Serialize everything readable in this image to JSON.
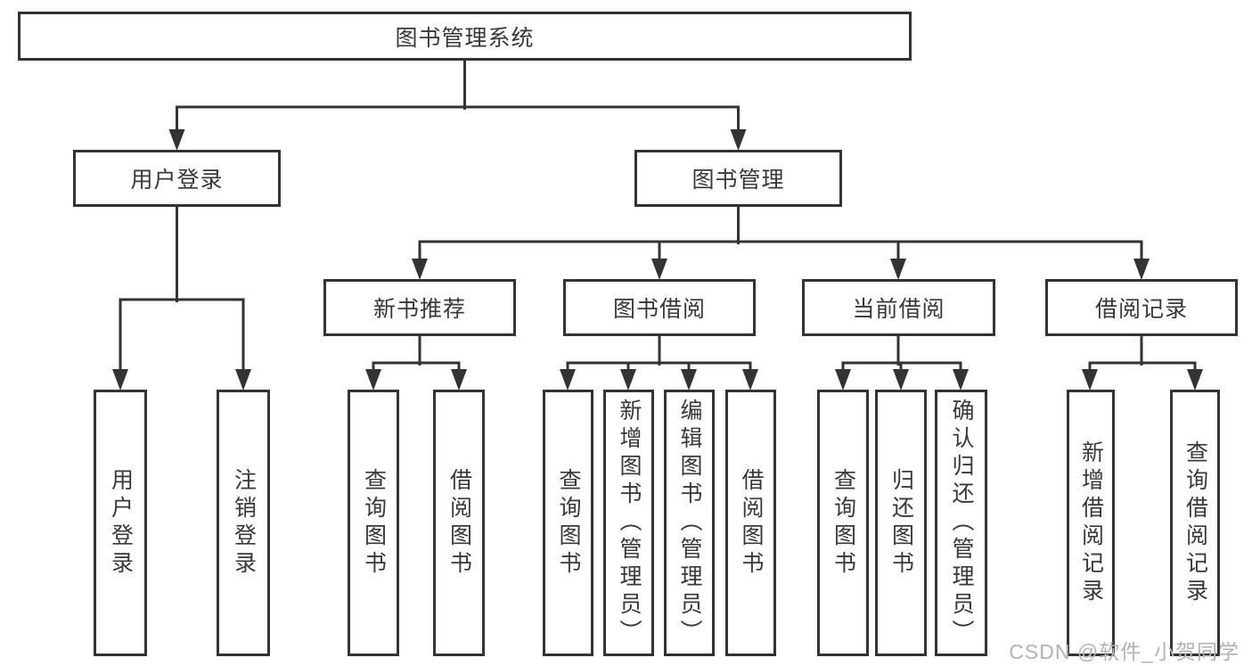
{
  "tree": {
    "label": "图书管理系统",
    "children": [
      {
        "label": "用户登录",
        "children": [
          {
            "label": "用户登录"
          },
          {
            "label": "注销登录"
          }
        ]
      },
      {
        "label": "图书管理",
        "children": [
          {
            "label": "新书推荐",
            "children": [
              {
                "label": "查询图书"
              },
              {
                "label": "借阅图书"
              }
            ]
          },
          {
            "label": "图书借阅",
            "children": [
              {
                "label": "查询图书"
              },
              {
                "label": "新增图书（管理员）"
              },
              {
                "label": "编辑图书（管理员）"
              },
              {
                "label": "借阅图书"
              }
            ]
          },
          {
            "label": "当前借阅",
            "children": [
              {
                "label": "查询图书"
              },
              {
                "label": "归还图书"
              },
              {
                "label": "确认归还（管理员）"
              }
            ]
          },
          {
            "label": "借阅记录",
            "children": [
              {
                "label": "新增借阅记录"
              },
              {
                "label": "查询借阅记录"
              }
            ]
          }
        ]
      }
    ]
  },
  "watermark": "CSDN @软件_小贺同学",
  "colors": {
    "line": "#333333",
    "box_border": "#333333",
    "text": "#383838",
    "background": "#ffffff",
    "watermark": "#b2b2b2"
  }
}
